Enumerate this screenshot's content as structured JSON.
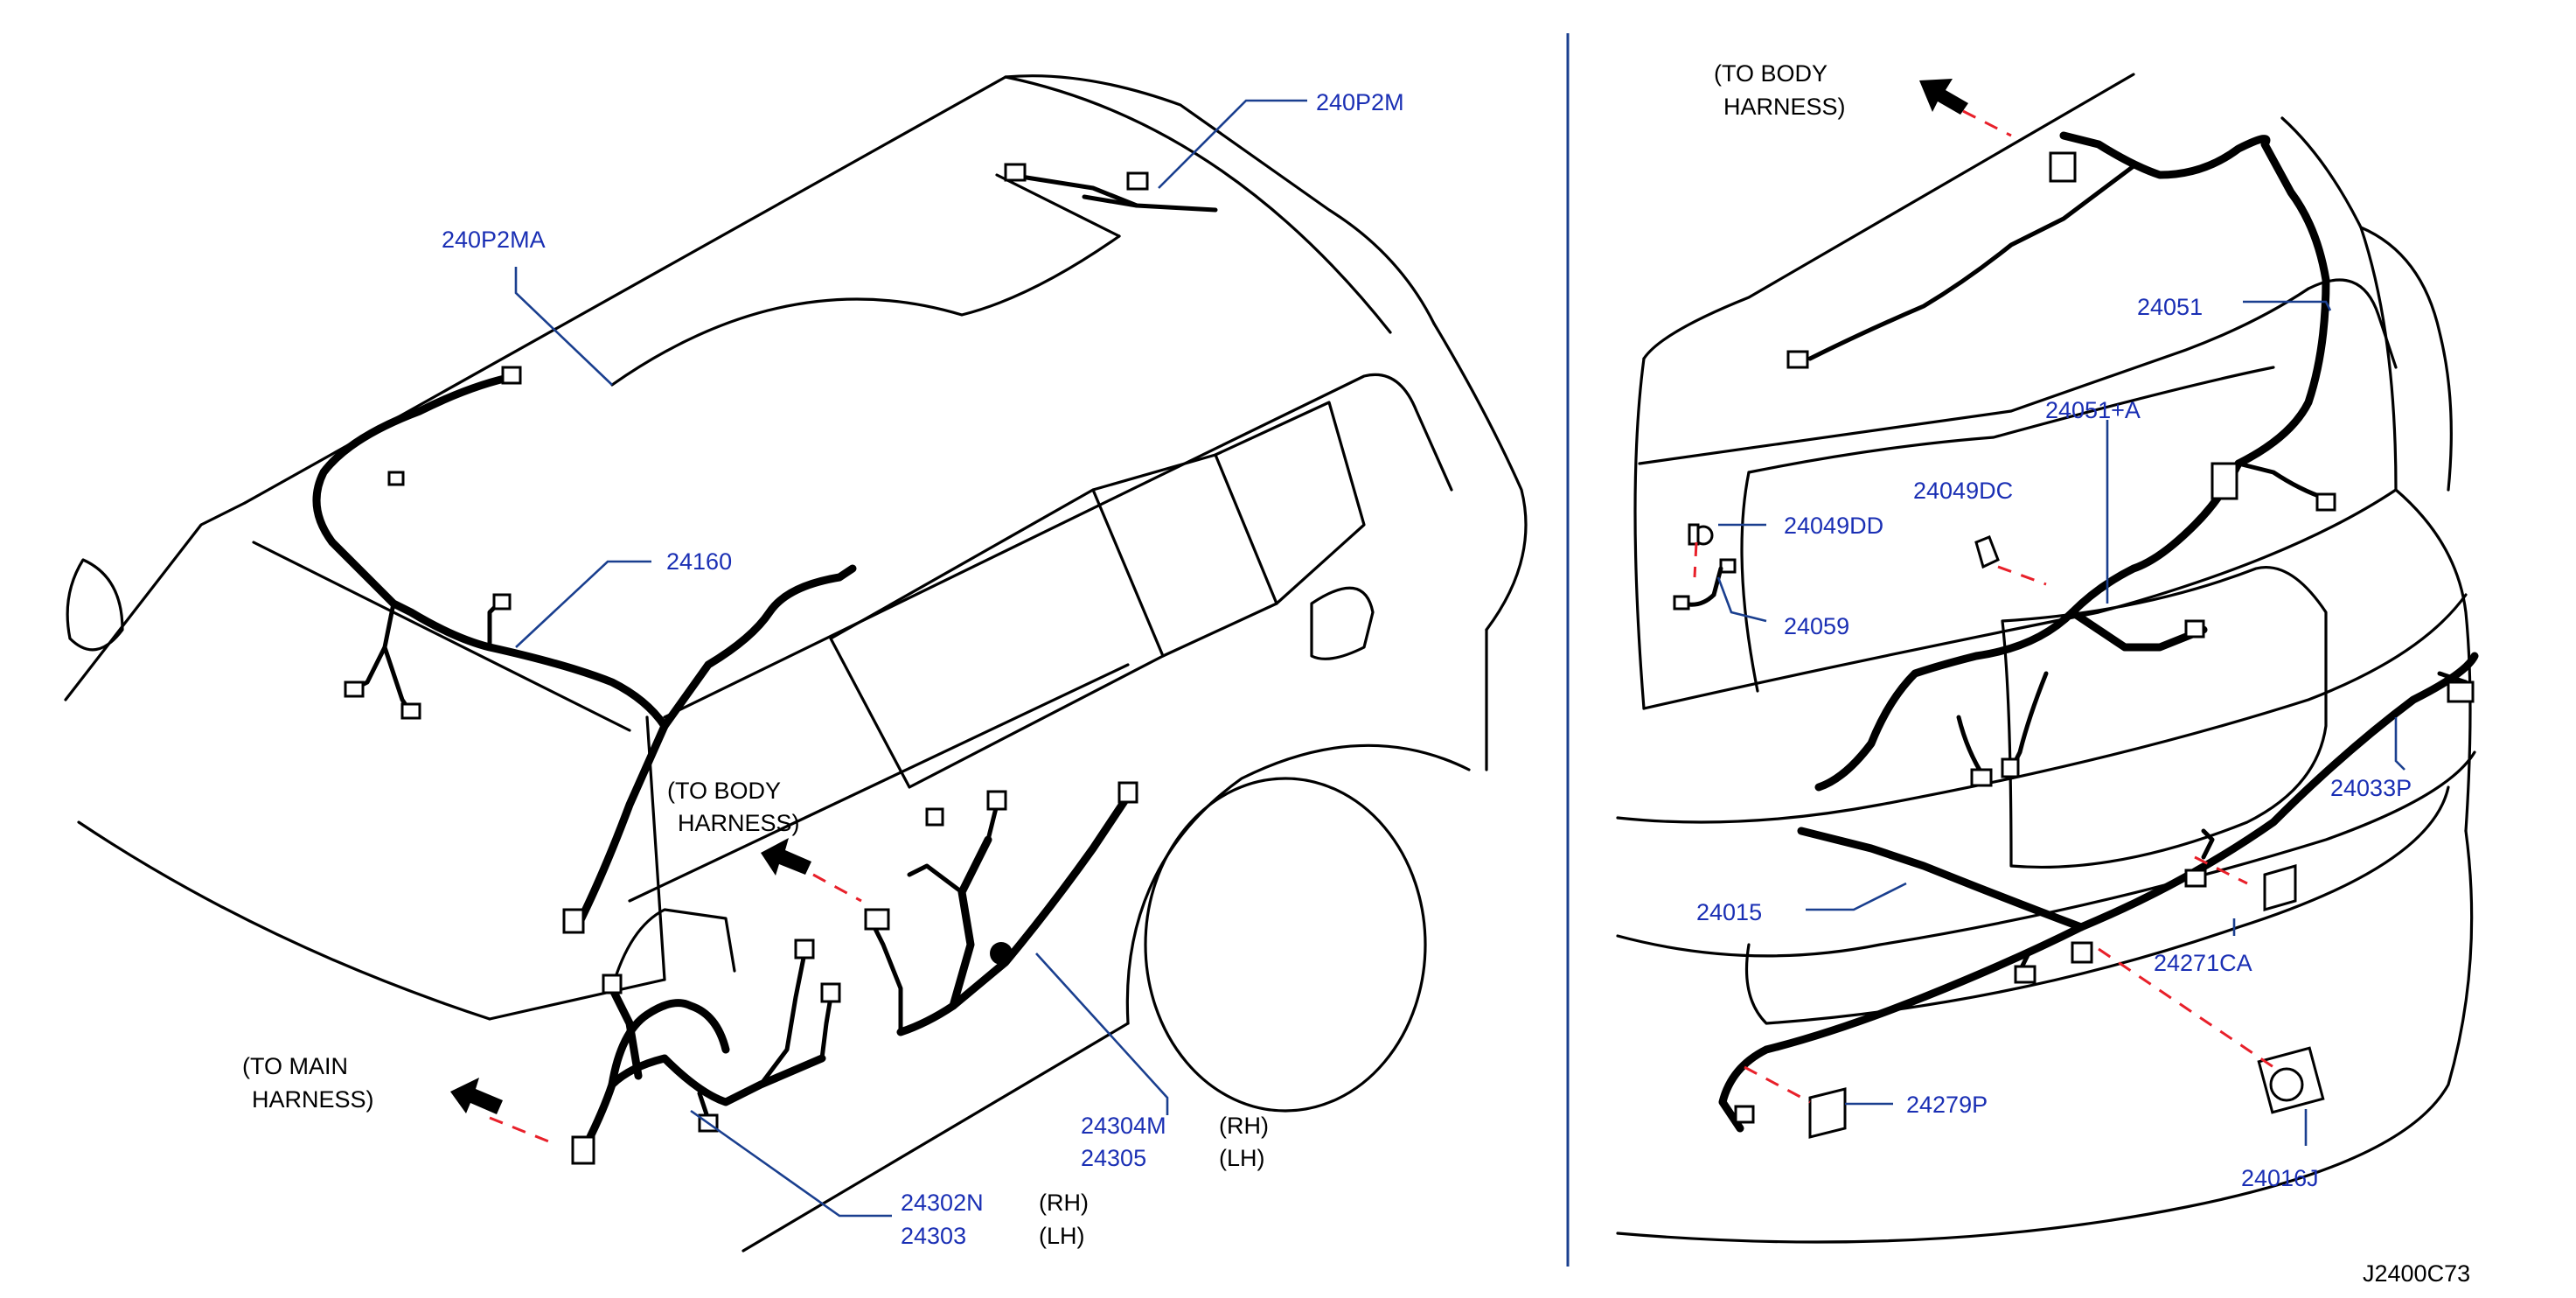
{
  "diagram_id": "J2400C73",
  "left_view": {
    "notes": [
      {
        "lines": [
          "(TO  BODY",
          "HARNESS)"
        ]
      },
      {
        "lines": [
          "(TO  MAIN",
          "HARNESS)"
        ]
      }
    ],
    "part_labels": [
      {
        "part": "240P2M"
      },
      {
        "part": "240P2MA"
      },
      {
        "part": "24160"
      },
      {
        "part": "24304M",
        "side": "(RH)"
      },
      {
        "part": "24305",
        "side": "(LH)"
      },
      {
        "part": "24302N",
        "side": "(RH)"
      },
      {
        "part": "24303",
        "side": "(LH)"
      }
    ]
  },
  "right_view": {
    "notes": [
      {
        "lines": [
          "(TO  BODY",
          "HARNESS)"
        ]
      }
    ],
    "part_labels": [
      {
        "part": "24051"
      },
      {
        "part": "24051+A"
      },
      {
        "part": "24049DC"
      },
      {
        "part": "24049DD"
      },
      {
        "part": "24059"
      },
      {
        "part": "24033P"
      },
      {
        "part": "24015"
      },
      {
        "part": "24271CA"
      },
      {
        "part": "24279P"
      },
      {
        "part": "24016J"
      }
    ]
  },
  "colors": {
    "part_number": "#1a2fb4",
    "leader": "#1a3f8f",
    "dashed_guide": "#e8202a",
    "line_art": "#000000"
  }
}
